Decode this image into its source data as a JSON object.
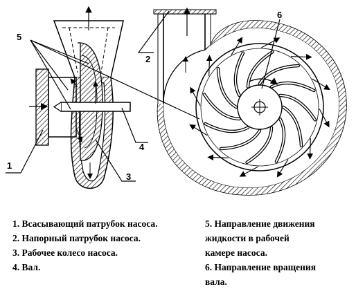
{
  "callouts": {
    "c1": "1",
    "c2": "2",
    "c3": "3",
    "c4": "4",
    "c5": "5",
    "c6": "6"
  },
  "legend": {
    "item1": "1. Всасывающий патрубок насоса.",
    "item2": "2. Напорный патрубок насоса.",
    "item3": "3. Рабочее колесо насоса.",
    "item4": "4. Вал.",
    "item5_line1": "5. Направление движения",
    "item5_line2": "жидкости в рабочей",
    "item5_line3": "камере насоса.",
    "item6_line1": "6. Направление вращения",
    "item6_line2": "вала."
  }
}
